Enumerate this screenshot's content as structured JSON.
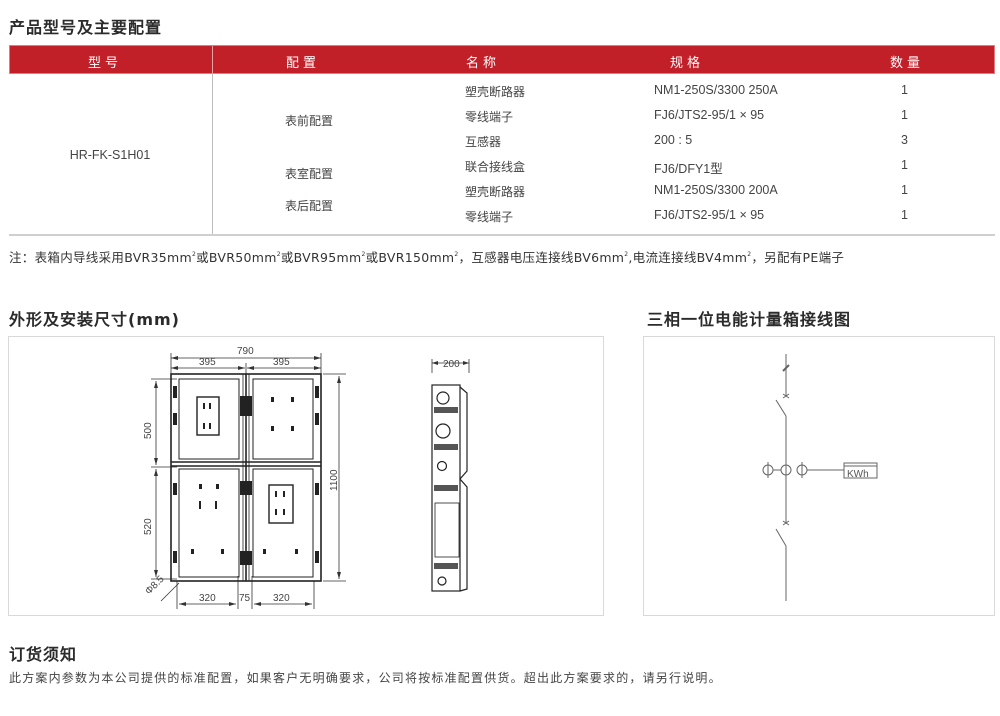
{
  "sections": {
    "config_title": "产品型号及主要配置",
    "dimension_title": "外形及安装尺寸(mm)",
    "wiring_title": "三相一位电能计量箱接线图",
    "order_title": "订货须知"
  },
  "table": {
    "headers": [
      "型号",
      "配置",
      "名称",
      "规格",
      "数量"
    ],
    "model": "HR-FK-S1H01",
    "groups": [
      "表前配置",
      "表室配置",
      "表后配置"
    ],
    "rows": [
      {
        "name": "塑壳断路器",
        "spec": "NM1-250S/3300 250A",
        "qty": "1"
      },
      {
        "name": "零线端子",
        "spec": "FJ6/JTS2-95/1 × 95",
        "qty": "1"
      },
      {
        "name": "互感器",
        "spec": "200 : 5",
        "qty": "3"
      },
      {
        "name": "联合接线盒",
        "spec": "FJ6/DFY1型",
        "qty": "1"
      },
      {
        "name": "塑壳断路器",
        "spec": "NM1-250S/3300 200A",
        "qty": "1"
      },
      {
        "name": "零线端子",
        "spec": "FJ6/JTS2-95/1 × 95",
        "qty": "1"
      }
    ],
    "header_color": "#c22029"
  },
  "note": {
    "prefix": "注：表箱内导线采用BVR35mm",
    "p2": "或BVR50mm",
    "p3": "或BVR95mm",
    "p4": "或BVR150mm",
    "p5": "，互感器电压连接线BV6mm",
    "p6": ",电流连接线BV4mm",
    "p7": "，另配有PE端子",
    "sup": "2"
  },
  "dimensions": {
    "total_width": "790",
    "half_width_left": "395",
    "half_width_right": "395",
    "upper_height": "500",
    "lower_height": "520",
    "total_height": "1100",
    "hole_diameter": "Φ8.5",
    "bottom_left": "320",
    "bottom_gap": "75",
    "bottom_right": "320",
    "depth": "200"
  },
  "wiring": {
    "meter_label": "KWh"
  },
  "order": {
    "text": "此方案内参数为本公司提供的标准配置，如果客户无明确要求，公司将按标准配置供货。超出此方案要求的，请另行说明。"
  }
}
